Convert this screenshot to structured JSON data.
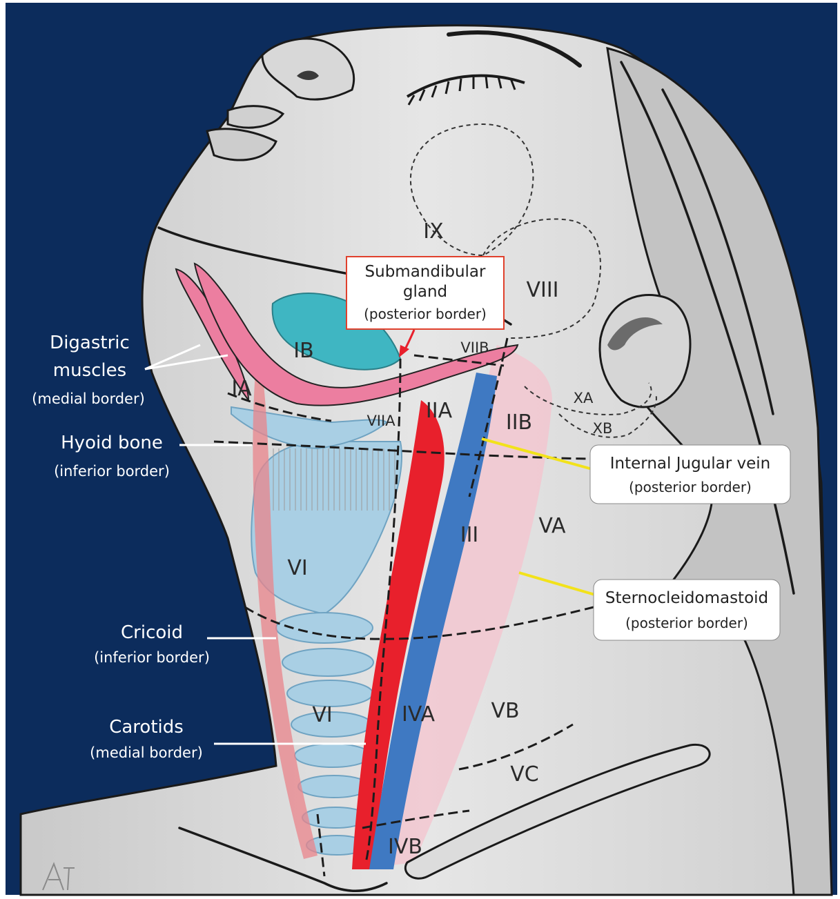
{
  "colors": {
    "background": "#0c2c5c",
    "skin": "#dcdcdc",
    "submandibular_gland": "#3fb6c2",
    "digastric": "#ec7ea0",
    "carotid": "#e8202c",
    "jugular": "#3f79c2",
    "scm": "#f2c7d0",
    "cartilage": "#a9cfe4",
    "pointer_yellow": "#f2e21a",
    "pointer_red": "#e8202c",
    "callout_box_border": "#e0402c"
  },
  "levels": {
    "ia": "IA",
    "ib": "IB",
    "iia": "IIA",
    "iib": "IIB",
    "iii": "III",
    "iva": "IVA",
    "ivb": "IVB",
    "va": "VA",
    "vb": "VB",
    "vc": "VC",
    "vi_upper": "VI",
    "vi_lower": "VI",
    "viia": "VIIA",
    "viib": "VIIB",
    "viii": "VIII",
    "ix": "IX",
    "xa": "XA",
    "xb": "XB"
  },
  "labels": {
    "digastric": {
      "line1": "Digastric",
      "line2": "muscles",
      "line3": "(medial border)"
    },
    "hyoid": {
      "line1": "Hyoid bone",
      "line2": "(inferior border)"
    },
    "cricoid": {
      "line1": "Cricoid",
      "line2": "(inferior border)"
    },
    "carotids": {
      "line1": "Carotids",
      "line2": "(medial border)"
    },
    "submandibular": {
      "line1": "Submandibular",
      "line2": "gland",
      "line3": "(posterior border)"
    },
    "jugular": {
      "line1": "Internal Jugular vein",
      "line2": "(posterior border)"
    },
    "scm": {
      "line1": "Sternocleidomastoid",
      "line2": "(posterior border)"
    }
  }
}
